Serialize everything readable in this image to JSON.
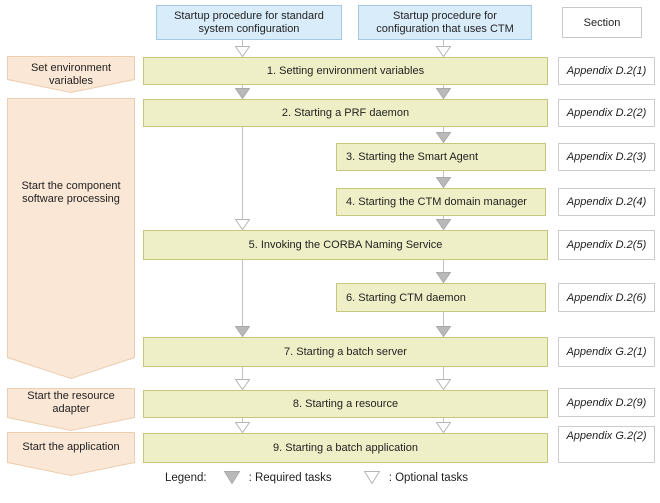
{
  "columns": {
    "standard": "Startup procedure for standard system configuration",
    "ctm": "Startup procedure for configuration that uses CTM",
    "section": "Section"
  },
  "phases": [
    {
      "label": "Set environment variables"
    },
    {
      "label": "Start the component software processing"
    },
    {
      "label": "Start the resource adapter"
    },
    {
      "label": "Start the application"
    }
  ],
  "steps": [
    {
      "label": "1. Setting environment variables",
      "section": "Appendix D.2(1)"
    },
    {
      "label": "2. Starting a PRF daemon",
      "section": "Appendix D.2(2)"
    },
    {
      "label": "3. Starting the Smart Agent",
      "section": "Appendix D.2(3)"
    },
    {
      "label": "4. Starting the CTM domain manager",
      "section": "Appendix D.2(4)"
    },
    {
      "label": "5. Invoking the CORBA Naming Service",
      "section": "Appendix D.2(5)"
    },
    {
      "label": "6. Starting CTM daemon",
      "section": "Appendix D.2(6)"
    },
    {
      "label": "7. Starting a batch server",
      "section": "Appendix G.2(1)"
    },
    {
      "label": "8. Starting a resource",
      "section": "Appendix D.2(9)"
    },
    {
      "label": "9. Starting a batch application",
      "section": "Appendix G.2(2)"
    }
  ],
  "legend": {
    "title": "Legend:",
    "required": ": Required tasks",
    "optional": ": Optional tasks"
  },
  "colors": {
    "step_fill": "#efefc7",
    "step_border": "#c6c67e",
    "header_fill": "#d9ecf9",
    "header_border": "#a6c9e3",
    "phase_fill": "#fae7d6",
    "phase_border": "#eccfb2",
    "arrow_required": "#b9b9b9",
    "arrow_optional": "#ffffff",
    "box_border_gray": "#cccccc"
  }
}
